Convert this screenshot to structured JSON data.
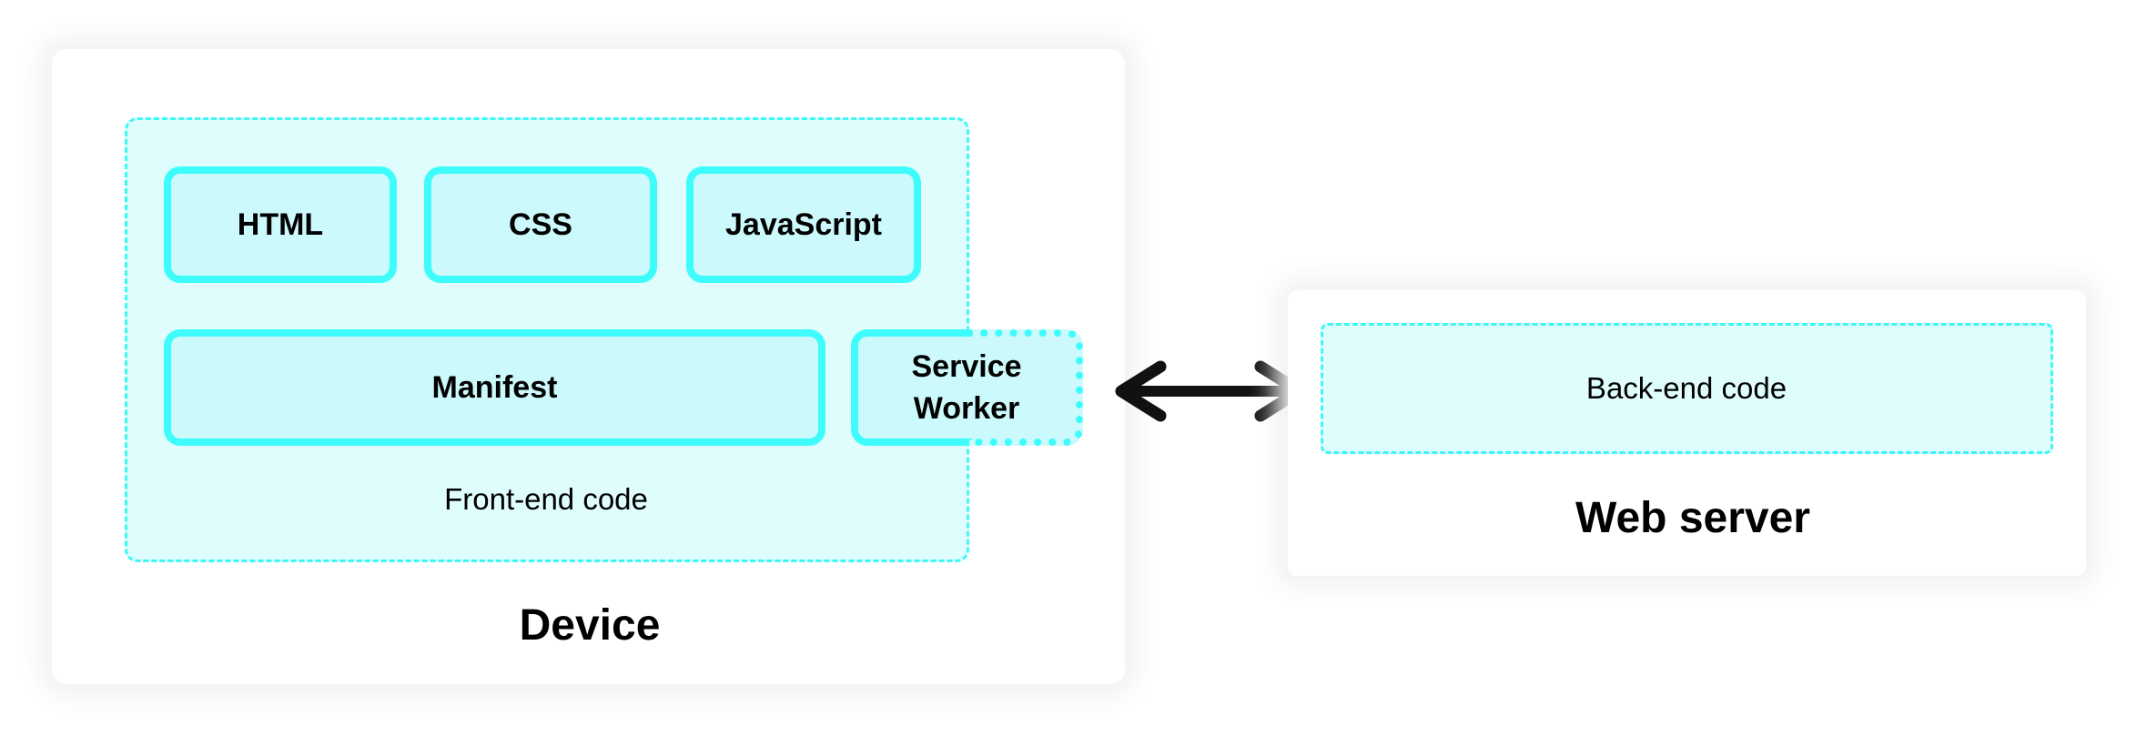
{
  "device": {
    "title": "Device",
    "frontend": {
      "label": "Front-end code",
      "blocks": [
        "HTML",
        "CSS",
        "JavaScript",
        "Manifest"
      ],
      "service_worker": [
        "Service",
        "Worker"
      ]
    }
  },
  "connection": {
    "icon": "double-arrow-icon"
  },
  "web_server": {
    "title": "Web server",
    "backend_label": "Back-end code"
  },
  "colors": {
    "accent_border": "#3efcfc",
    "block_fill": "#ccf9fb",
    "region_fill": "#e0fdfd"
  }
}
